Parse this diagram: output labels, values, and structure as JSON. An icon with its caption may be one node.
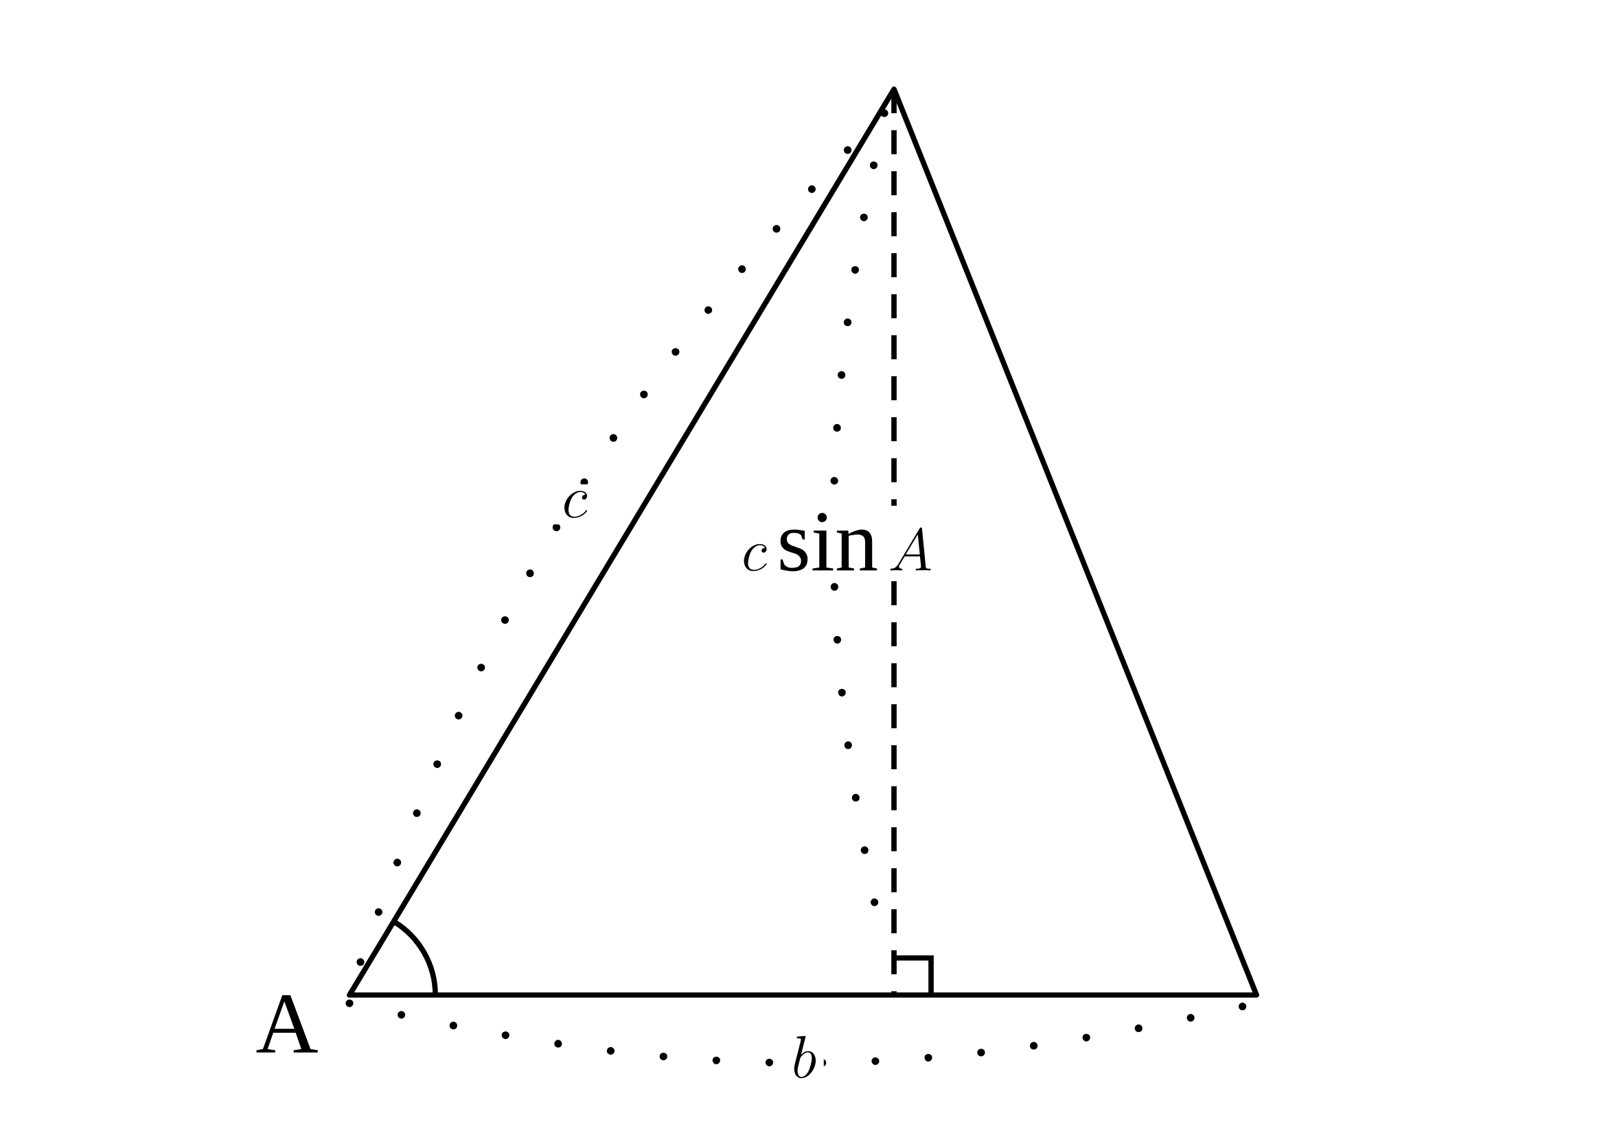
{
  "diagram": {
    "labels": [
      "c",
      "c\\sin A",
      "A",
      "b"
    ]
  }
}
